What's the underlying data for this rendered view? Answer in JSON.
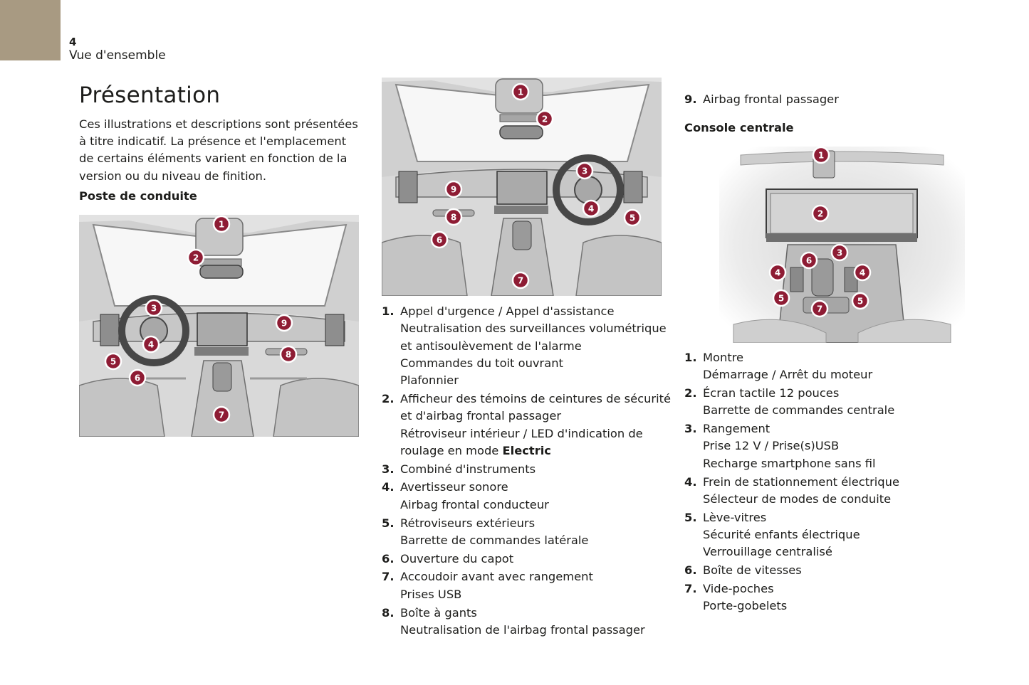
{
  "header": {
    "page_number": "4",
    "section": "Vue d'ensemble"
  },
  "title": "Présentation",
  "intro": "Ces illustrations et descriptions sont présentées à titre indicatif. La présence et l'emplacement de certains éléments varient en fonction de la version ou du niveau de finition.",
  "cockpit": {
    "heading": "Poste de conduite",
    "callouts": [
      "1",
      "2",
      "3",
      "4",
      "5",
      "6",
      "7",
      "8",
      "9"
    ],
    "items": [
      {
        "num": "1.",
        "lines": [
          "Appel d'urgence / Appel d'assistance",
          "Neutralisation des surveillances volumétrique",
          "et antisoulèvement de l'alarme",
          "Commandes du toit ouvrant",
          "Plafonnier"
        ]
      },
      {
        "num": "2.",
        "lines": [
          "Afficheur des témoins de ceintures de sécurité",
          "et d'airbag frontal passager",
          "Rétroviseur intérieur / LED d'indication de"
        ],
        "tail_prefix": "roulage en mode ",
        "tail_bold": "Electric"
      },
      {
        "num": "3.",
        "lines": [
          "Combiné d'instruments"
        ]
      },
      {
        "num": "4.",
        "lines": [
          "Avertisseur sonore",
          "Airbag frontal conducteur"
        ]
      },
      {
        "num": "5.",
        "lines": [
          "Rétroviseurs extérieurs",
          "Barrette de commandes latérale"
        ]
      },
      {
        "num": "6.",
        "lines": [
          "Ouverture du capot"
        ]
      },
      {
        "num": "7.",
        "lines": [
          "Accoudoir avant avec rangement",
          "Prises USB"
        ]
      },
      {
        "num": "8.",
        "lines": [
          "Boîte à gants",
          "Neutralisation de l'airbag frontal passager"
        ]
      },
      {
        "num": "9.",
        "lines": [
          "Airbag frontal passager"
        ]
      }
    ]
  },
  "console": {
    "heading": "Console centrale",
    "callouts": [
      "1",
      "2",
      "3",
      "4",
      "5",
      "6",
      "7"
    ],
    "items": [
      {
        "num": "1.",
        "lines": [
          "Montre",
          "Démarrage / Arrêt du moteur"
        ]
      },
      {
        "num": "2.",
        "lines": [
          "Écran tactile 12 pouces",
          "Barrette de commandes centrale"
        ]
      },
      {
        "num": "3.",
        "lines": [
          "Rangement",
          "Prise 12 V / Prise(s)USB",
          "Recharge smartphone sans fil"
        ]
      },
      {
        "num": "4.",
        "lines": [
          "Frein de stationnement électrique",
          "Sélecteur de modes de conduite"
        ]
      },
      {
        "num": "5.",
        "lines": [
          "Lève-vitres",
          "Sécurité enfants électrique",
          "Verrouillage centralisé"
        ]
      },
      {
        "num": "6.",
        "lines": [
          "Boîte de vitesses"
        ]
      },
      {
        "num": "7.",
        "lines": [
          "Vide-poches",
          "Porte-gobelets"
        ]
      }
    ]
  },
  "colors": {
    "callout": "#8e1c34",
    "corner_tab": "#a89a82",
    "text": "#1d1d1b"
  }
}
